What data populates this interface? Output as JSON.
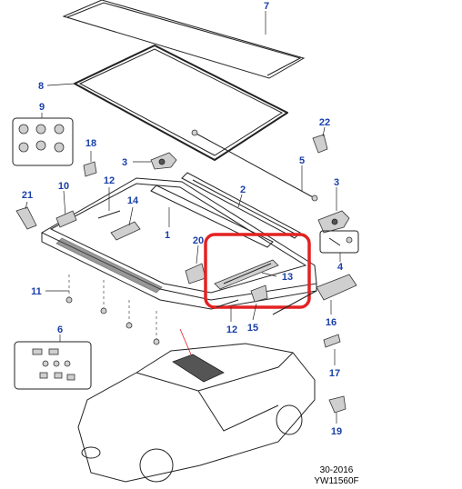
{
  "callouts": [
    {
      "id": "1",
      "label": "1"
    },
    {
      "id": "2",
      "label": "2"
    },
    {
      "id": "3a",
      "label": "3"
    },
    {
      "id": "3b",
      "label": "3"
    },
    {
      "id": "4",
      "label": "4"
    },
    {
      "id": "5",
      "label": "5"
    },
    {
      "id": "6",
      "label": "6"
    },
    {
      "id": "7",
      "label": "7"
    },
    {
      "id": "8",
      "label": "8"
    },
    {
      "id": "9",
      "label": "9"
    },
    {
      "id": "10",
      "label": "10"
    },
    {
      "id": "11",
      "label": "11"
    },
    {
      "id": "12a",
      "label": "12"
    },
    {
      "id": "12b",
      "label": "12"
    },
    {
      "id": "13",
      "label": "13"
    },
    {
      "id": "14",
      "label": "14"
    },
    {
      "id": "15",
      "label": "15"
    },
    {
      "id": "16",
      "label": "16"
    },
    {
      "id": "17",
      "label": "17"
    },
    {
      "id": "18",
      "label": "18"
    },
    {
      "id": "19",
      "label": "19"
    },
    {
      "id": "20",
      "label": "20"
    },
    {
      "id": "21",
      "label": "21"
    },
    {
      "id": "22",
      "label": "22"
    }
  ],
  "reference": {
    "line1": "30-2016",
    "line2": "YW11560F"
  },
  "colors": {
    "callout": "#1a3fa8",
    "highlight": "#e32222"
  }
}
